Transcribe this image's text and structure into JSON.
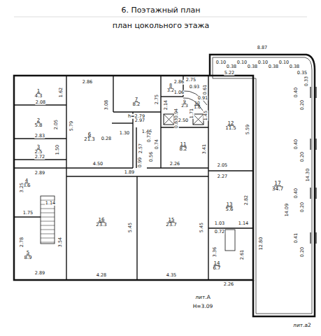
{
  "diagram": {
    "title": "6. Поэтажный план",
    "nodes": [
      {
        "text": [
          "1",
          "4.3"
        ]
      },
      {
        "text": [
          "2",
          "5.8"
        ]
      },
      {
        "text": [
          "3",
          "2.5"
        ]
      },
      {
        "text": [
          "4",
          "8.6"
        ]
      },
      {
        "text": [
          "5",
          "8.9"
        ]
      },
      {
        "text": [
          "6",
          "21.3"
        ]
      },
      {
        "text": [
          "7",
          "8.2"
        ]
      },
      {
        "text": [
          "8",
          "3.2"
        ]
      },
      {
        "text": [
          "9",
          "2.3"
        ]
      },
      {
        "text": [
          "10",
          "1.6"
        ]
      },
      {
        "text": [
          "11",
          "8.2"
        ]
      },
      {
        "text": [
          "12",
          "11.5"
        ]
      },
      {
        "text": [
          "13",
          "5.6"
        ]
      },
      {
        "text": [
          "14",
          "6.7"
        ]
      },
      {
        "text": [
          "15",
          "23.7"
        ]
      },
      {
        "text": [
          "16",
          "23.3"
        ]
      },
      {
        "text": [
          "17",
          "34.7"
        ]
      }
    ],
    "labels": [
      "план цокольного этажа",
      "1.62",
      "2.08",
      "2.05",
      "2.83",
      "1.50",
      "2.72",
      "2.89",
      "3.25",
      "1.14",
      "1.75",
      "2.78",
      "3.54",
      "2.89",
      "2.86",
      "5.79",
      "3.08",
      "0.28",
      "1.30",
      "4.50",
      "h=2.79",
      "2.75",
      "2.97",
      "2.86",
      "2.14",
      "0.94",
      "1.06",
      "0.93",
      "0.61",
      "2.75",
      "0.83",
      "0.91",
      "1.71",
      "1.45",
      "2.50",
      "1.46",
      "2.57",
      "0.99",
      "0.72",
      "0.56",
      "0.74",
      "1.89",
      "2.26",
      "3.41",
      "5.22",
      "5.59",
      "2.05",
      "2.27",
      "2.82",
      "1.03",
      "1.14",
      "0.72",
      "3.36",
      "2.61",
      "2.26",
      "5.45",
      "4.28",
      "5.45",
      "4.35",
      "8.87",
      "0.10",
      "0.38",
      "0.10",
      "0.38",
      "0.10",
      "0.38",
      "0.10",
      "0.38",
      "0.35",
      "0.33",
      "0.40",
      "0.20",
      "0.40",
      "0.20",
      "0.40",
      "0.20",
      "0.41",
      "0.20",
      "14.09",
      "14.30",
      "12.80",
      "лит.А",
      "H=3.09",
      "лит.а2"
    ]
  }
}
